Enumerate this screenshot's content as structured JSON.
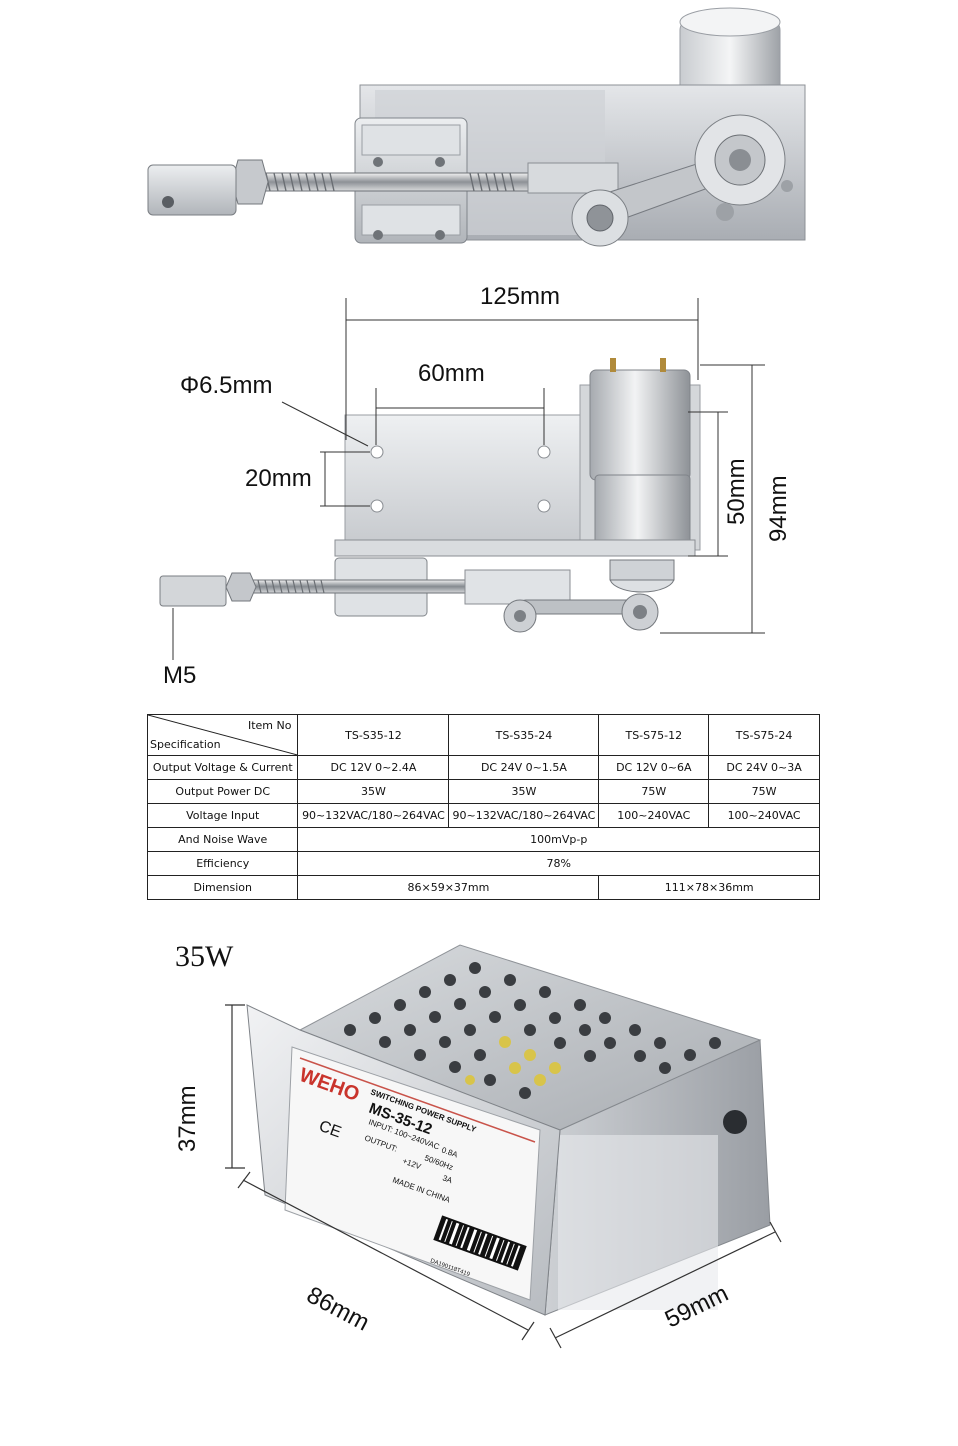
{
  "dimensions": {
    "length_overall": "125mm",
    "hole_spacing_horizontal": "60mm",
    "hole_diameter": "Φ6.5mm",
    "hole_spacing_vertical": "20mm",
    "motor_height": "50mm",
    "height_overall": "94mm",
    "thread": "M5"
  },
  "spec_table": {
    "corner_item": "Item No",
    "corner_spec": "Specification",
    "models": [
      "TS-S35-12",
      "TS-S35-24",
      "TS-S75-12",
      "TS-S75-24"
    ],
    "rows": [
      {
        "label": "Output Voltage & Current",
        "values": [
          "DC 12V 0~2.4A",
          "DC 24V 0~1.5A",
          "DC 12V 0~6A",
          "DC 24V 0~3A"
        ]
      },
      {
        "label": "Output Power DC",
        "values": [
          "35W",
          "35W",
          "75W",
          "75W"
        ]
      },
      {
        "label": "Voltage Input",
        "values": [
          "90~132VAC/180~264VAC",
          "90~132VAC/180~264VAC",
          "100~240VAC",
          "100~240VAC"
        ]
      },
      {
        "label": "And Noise Wave",
        "value_all": "100mVp-p"
      },
      {
        "label": "Efficiency",
        "value_all": "78%"
      },
      {
        "label": "Dimension",
        "value_35": "86×59×37mm",
        "value_75": "111×78×36mm"
      }
    ]
  },
  "psu_photo": {
    "caption": "35W",
    "height": "37mm",
    "length": "86mm",
    "width": "59mm",
    "label_brand": "WEHO",
    "label_title": "SWITCHING POWER SUPPLY",
    "label_model": "MS-35-12",
    "label_input": "INPUT: 100~240VAC",
    "label_output": "OUTPUT:",
    "label_current_in": "0.8A",
    "label_freq": "50/60Hz",
    "label_voltage": "+12V",
    "label_current_out": "3A",
    "label_origin": "MADE IN CHINA",
    "label_ce": "CE",
    "barcode_number": "DA190118T419"
  }
}
